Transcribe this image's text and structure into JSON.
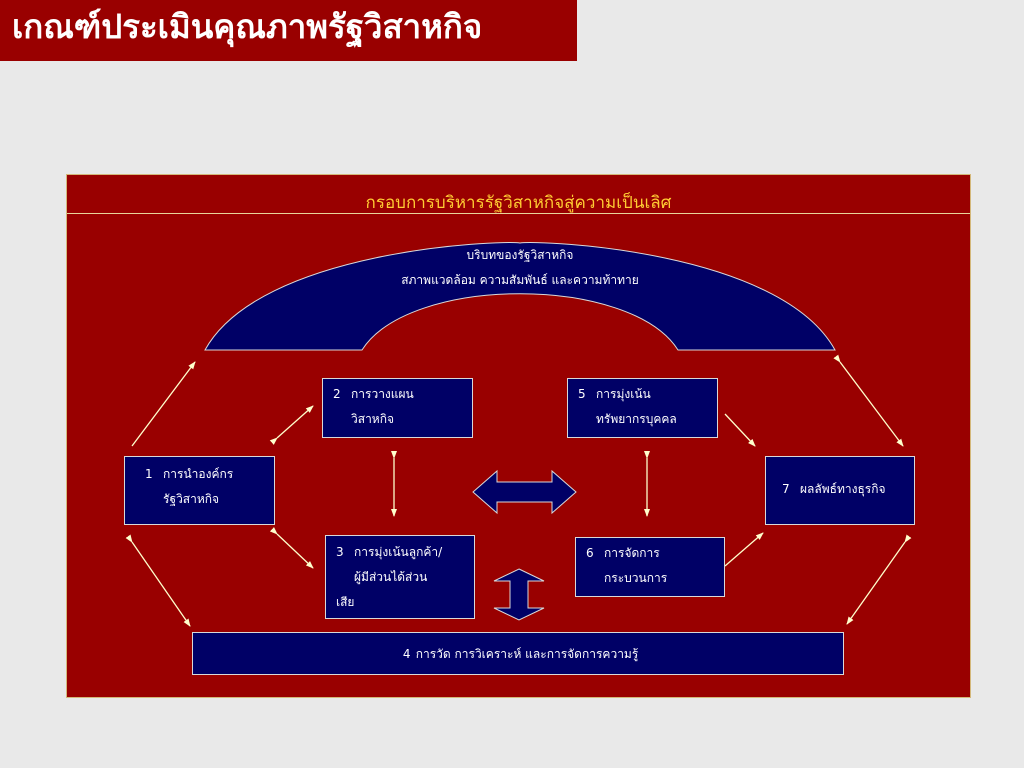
{
  "title": "เกณฑ์ประเมินคุณภาพรัฐวิสาหกิจ",
  "frame_heading": "กรอบการบริหารรัฐวิสาหกิจสู่ความเป็นเลิศ",
  "context": {
    "line1": "บริบทของรัฐวิสาหกิจ",
    "line2": "สภาพแวดล้อม ความสัมพันธ์ และความท้าทาย"
  },
  "boxes": {
    "b1": {
      "num": "1",
      "line1": "การนำองค์กร",
      "line2": "รัฐวิสาหกิจ"
    },
    "b2": {
      "num": "2",
      "line1": "การวางแผน",
      "line2": "วิสาหกิจ"
    },
    "b3": {
      "num": "3",
      "line1": "การมุ่งเน้นลูกค้า/",
      "line2": "ผู้มีส่วนได้ส่วน",
      "line3": "เสีย"
    },
    "b4": {
      "num": "4",
      "text": "การวัด การวิเคราะห์ และการจัดการความรู้"
    },
    "b5": {
      "num": "5",
      "line1": "การมุ่งเน้น",
      "line2": "ทรัพยากรบุคคล"
    },
    "b6": {
      "num": "6",
      "line1": "การจัดการ",
      "line2": "กระบวนการ"
    },
    "b7": {
      "num": "7",
      "text": "ผลลัพธ์ทางธุรกิจ"
    }
  },
  "colors": {
    "title_bg": "#990000",
    "panel_bg": "#990000",
    "box_bg": "#000066",
    "heading_text": "#ffcc33",
    "arrow": "#ffffcc"
  }
}
